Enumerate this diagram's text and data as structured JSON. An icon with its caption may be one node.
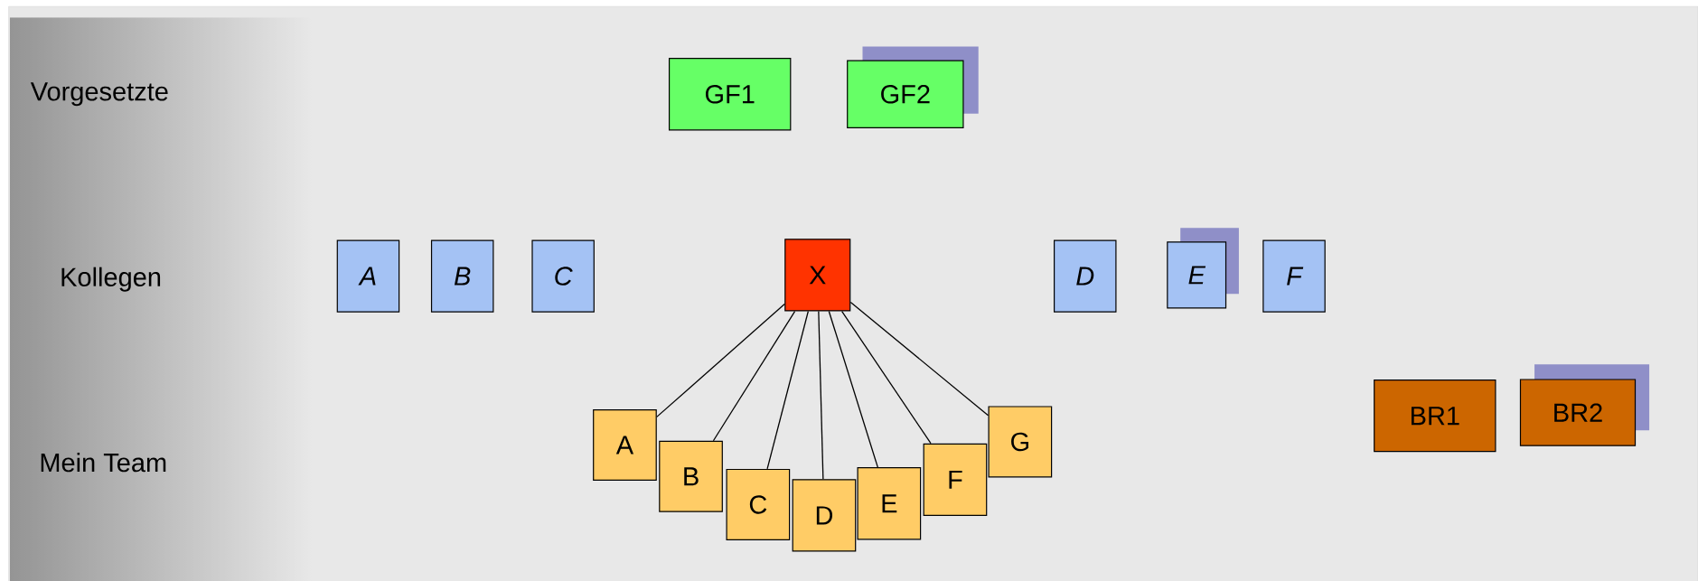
{
  "diagram": {
    "nodes": [
      {
        "text": [
          "GF1"
        ]
      },
      {
        "text": [
          "GF2"
        ]
      },
      {
        "text": [
          "A"
        ]
      },
      {
        "text": [
          "B"
        ]
      },
      {
        "text": [
          "C"
        ]
      },
      {
        "text": [
          "X"
        ]
      },
      {
        "text": [
          "D"
        ]
      },
      {
        "text": [
          "E"
        ]
      },
      {
        "text": [
          "F"
        ]
      },
      {
        "text": [
          "A"
        ]
      },
      {
        "text": [
          "B"
        ]
      },
      {
        "text": [
          "C"
        ]
      },
      {
        "text": [
          "D"
        ]
      },
      {
        "text": [
          "E"
        ]
      },
      {
        "text": [
          "F"
        ]
      },
      {
        "text": [
          "G"
        ]
      },
      {
        "text": [
          "BR1"
        ]
      },
      {
        "text": [
          "BR2"
        ]
      }
    ],
    "edges": [
      {
        "from": 5,
        "to": 9,
        "arrow": "none"
      },
      {
        "from": 5,
        "to": 10,
        "arrow": "none"
      },
      {
        "from": 5,
        "to": 11,
        "arrow": "none"
      },
      {
        "from": 5,
        "to": 12,
        "arrow": "none"
      },
      {
        "from": 5,
        "to": 13,
        "arrow": "none"
      },
      {
        "from": 5,
        "to": 14,
        "arrow": "none"
      },
      {
        "from": 5,
        "to": 15,
        "arrow": "none"
      }
    ],
    "labels": [
      "Vorgesetzte",
      "Kollegen",
      "Mein Team"
    ]
  }
}
